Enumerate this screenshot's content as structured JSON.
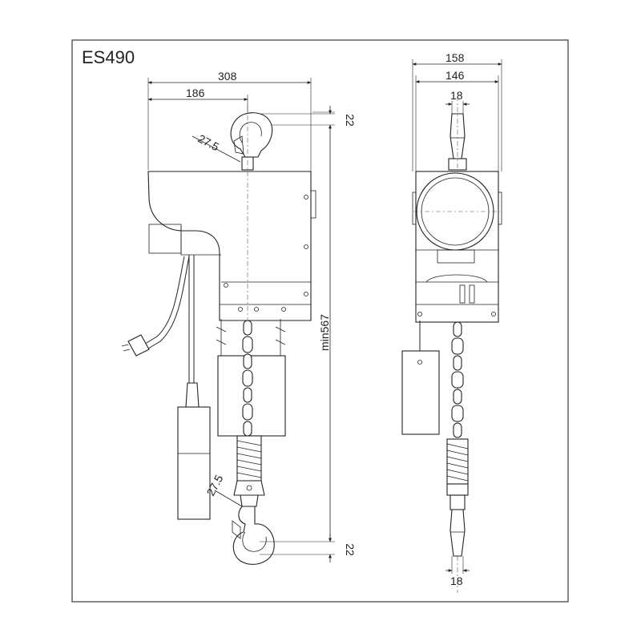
{
  "title": "ES490",
  "dimensions": {
    "side_total_width": "308",
    "side_hook_offset": "186",
    "side_top_hook": "22",
    "side_hook_angle_top": "27.5",
    "side_min_height": "min567",
    "side_hook_angle_bottom": "27.5",
    "side_bottom_hook": "22",
    "front_outer_width": "158",
    "front_inner_width": "146",
    "front_top_hook_width": "18",
    "front_bottom_hook_width": "18"
  }
}
